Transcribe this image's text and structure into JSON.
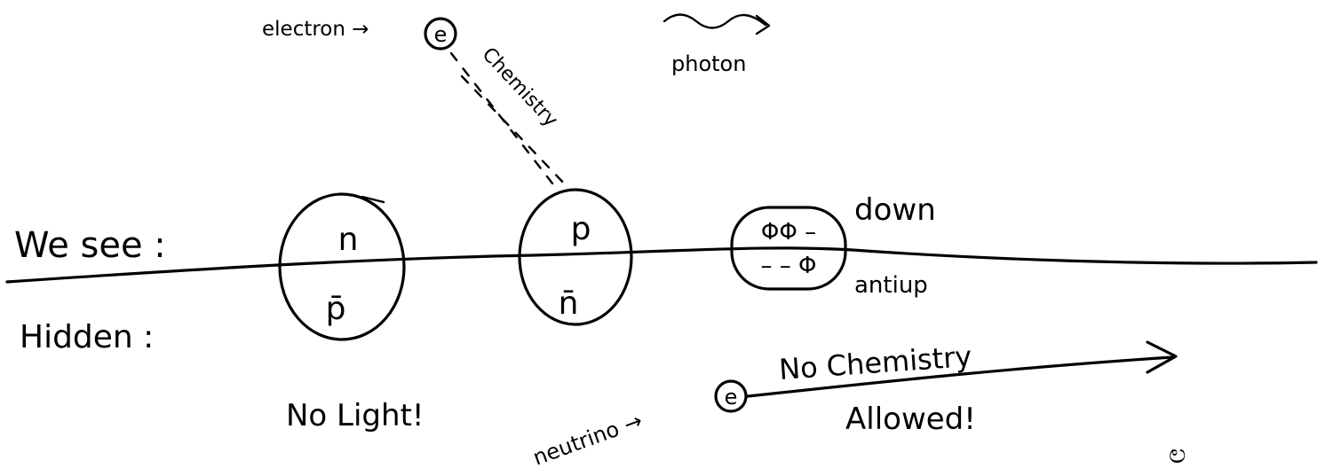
{
  "labels": {
    "electron": "electron →",
    "electron_symbol": "e",
    "chemistry": "Chemistry",
    "photon": "photon",
    "we_see": "We see :",
    "hidden": "Hidden :",
    "n": "n",
    "p_bar": "p̄",
    "p": "p",
    "n_bar": "n̄",
    "quark_top": "ΦΦ –",
    "quark_bottom": "– – Φ",
    "down": "down",
    "antiup": "antiup",
    "no_light": "No Light!",
    "neutrino": "neutrino →",
    "neutrino_symbol": "e",
    "no_chemistry": "No Chemistry",
    "allowed": "Allowed!",
    "corner_mark": "ಲ"
  }
}
